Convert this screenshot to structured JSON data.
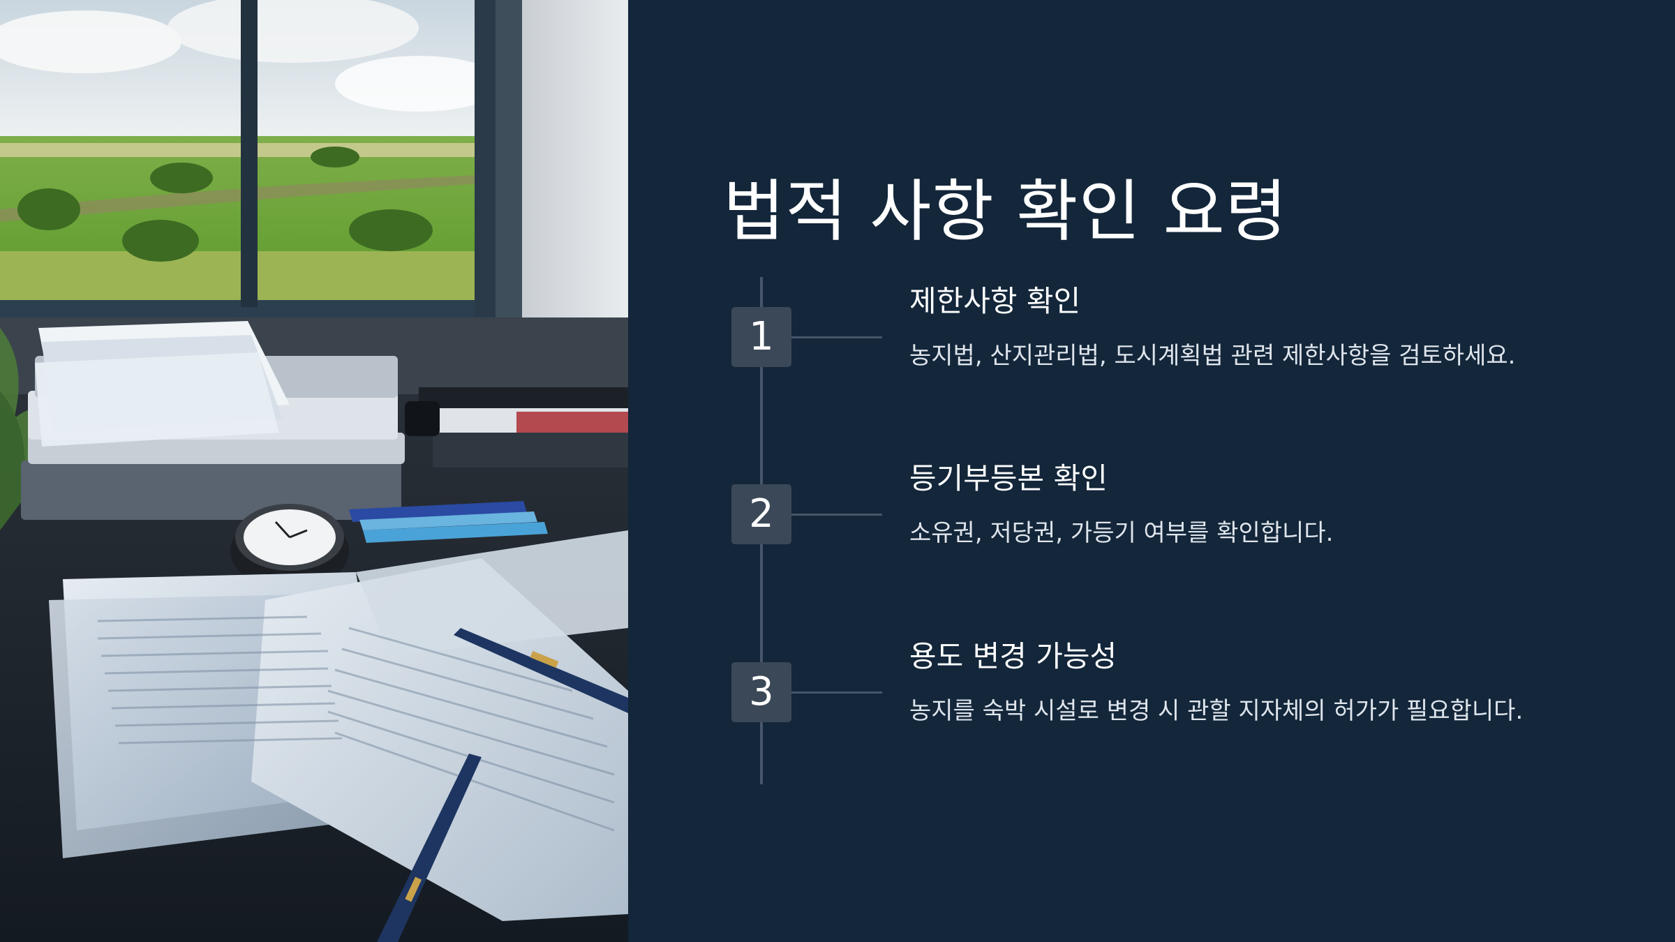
{
  "slide": {
    "title": "법적 사항 확인 요령",
    "steps": [
      {
        "number": "1",
        "title": "제한사항 확인",
        "description": "농지법, 산지관리법, 도시계획법 관련 제한사항을 검토하세요."
      },
      {
        "number": "2",
        "title": "등기부등본 확인",
        "description": "소유권, 저당권, 가등기 여부를 확인합니다."
      },
      {
        "number": "3",
        "title": "용도 변경 가능성",
        "description": "농지를 숙박 시설로 변경 시 관할 지자체의 허가가 필요합니다."
      }
    ]
  },
  "colors": {
    "background": "#13263a",
    "badge": "#3b4858",
    "line": "#47566a",
    "title_text": "#ffffff",
    "body_text": "#dfe5ec"
  }
}
